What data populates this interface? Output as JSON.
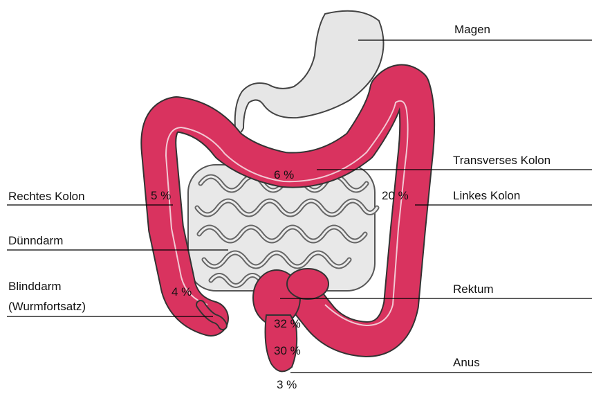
{
  "colors": {
    "colon": "#d9335f",
    "colon_outline": "#333333",
    "colon_centerline": "#f2c9d4",
    "stomach": "#e6e6e6",
    "small_intestine": "#e8e8e8",
    "line": "#000000"
  },
  "labels": {
    "magen": "Magen",
    "transverses_kolon": "Transverses Kolon",
    "linkes_kolon": "Linkes Kolon",
    "rechtes_kolon": "Rechtes Kolon",
    "duenndarm": "Dünndarm",
    "blinddarm_line1": "Blinddarm",
    "blinddarm_line2": "(Wurmfortsatz)",
    "rektum": "Rektum",
    "anus": "Anus"
  },
  "percentages": {
    "transverses_kolon": "6 %",
    "rechtes_kolon": "5 %",
    "linkes_kolon": "20 %",
    "blinddarm": "4 %",
    "rektum_upper": "32 %",
    "rektum_lower": "30 %",
    "anus": "3 %"
  }
}
